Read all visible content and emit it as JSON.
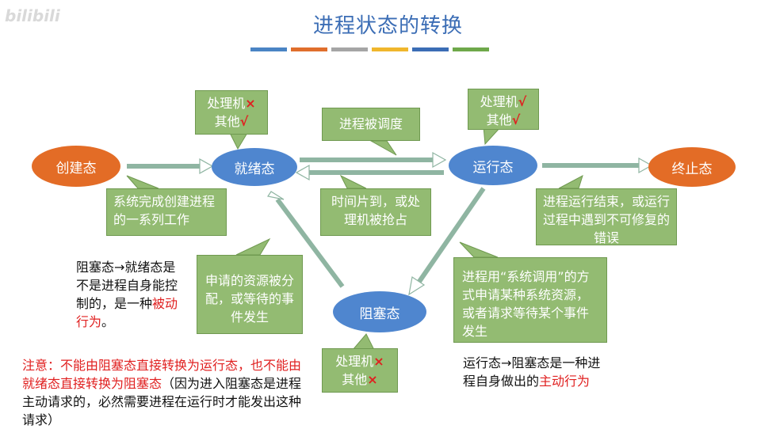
{
  "watermark": "bilibili",
  "title": "进程状态的转换",
  "colorbar": [
    "#4a84c4",
    "#e06e2c",
    "#a5a5a5",
    "#f0b62c",
    "#3b6db5",
    "#6ea84a"
  ],
  "states": {
    "create": "创建态",
    "ready": "就绪态",
    "running": "运行态",
    "terminate": "终止态",
    "blocked": "阻塞态"
  },
  "notes": {
    "ready_cond": {
      "line1": "处理机",
      "mark1": "×",
      "line2": "其他",
      "mark2": "√"
    },
    "running_cond": {
      "line1": "处理机",
      "mark1": "√",
      "line2": "其他",
      "mark2": "√"
    },
    "blocked_cond": {
      "line1": "处理机",
      "mark1": "×",
      "line2": "其他",
      "mark2": "×"
    },
    "schedule": "进程被调度",
    "create_done": "系统完成创建进程的一系列工作",
    "timeslice": "时间片到，或处理机被抢占",
    "terminate_reason": "进程运行结束，或运行过程中遇到不可修复的错误",
    "wakeup": "申请的资源被分配，或等待的事件发生",
    "syscall_before": "进程用",
    "syscall_highlight": "“系统调用”",
    "syscall_after": "的方式申请某种系统资源，或者请求等待某个事件发生"
  },
  "texts": {
    "passive_main": "阻塞态→就绪态是不是进程自身能控制的，是一种",
    "passive_red": "被动行为",
    "passive_end": "。",
    "warning_red": "注意：不能由阻塞态直接转换为运行态，也不能由就绪态直接转换为阻塞态",
    "warning_black": "（因为进入阻塞态是进程主动请求的，必然需要进程在运行时才能发出这种请求）",
    "active_main": "运行态→阻塞态是一种进程自身做出的",
    "active_red": "主动行为"
  }
}
